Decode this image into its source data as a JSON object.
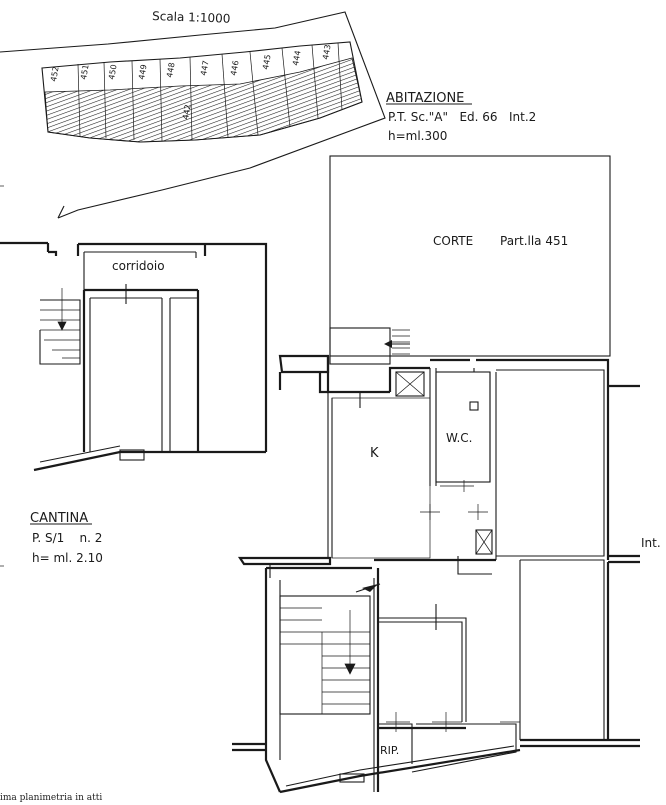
{
  "scale_label": "Scala 1:1000",
  "lot_labels": [
    "452",
    "451",
    "450",
    "449",
    "448",
    "447",
    "446",
    "445",
    "444",
    "443",
    "442"
  ],
  "abitazione": {
    "title": "ABITAZIONE",
    "line1": "P.T. Sc.\"A\"   Ed. 66   Int.2",
    "line2": "h=ml.300"
  },
  "corte": {
    "label": "CORTE",
    "particella": "Part.lla 451"
  },
  "rooms": {
    "kitchen": "K",
    "wc": "W.C.",
    "rip": "RIP."
  },
  "corridoio": "corridoio",
  "cantina": {
    "title": "CANTINA",
    "line1": "P. S/1    n. 2",
    "line2": "h= ml. 2.10"
  },
  "int_label": "Int.",
  "footer_text": "ima planimetria in atti"
}
